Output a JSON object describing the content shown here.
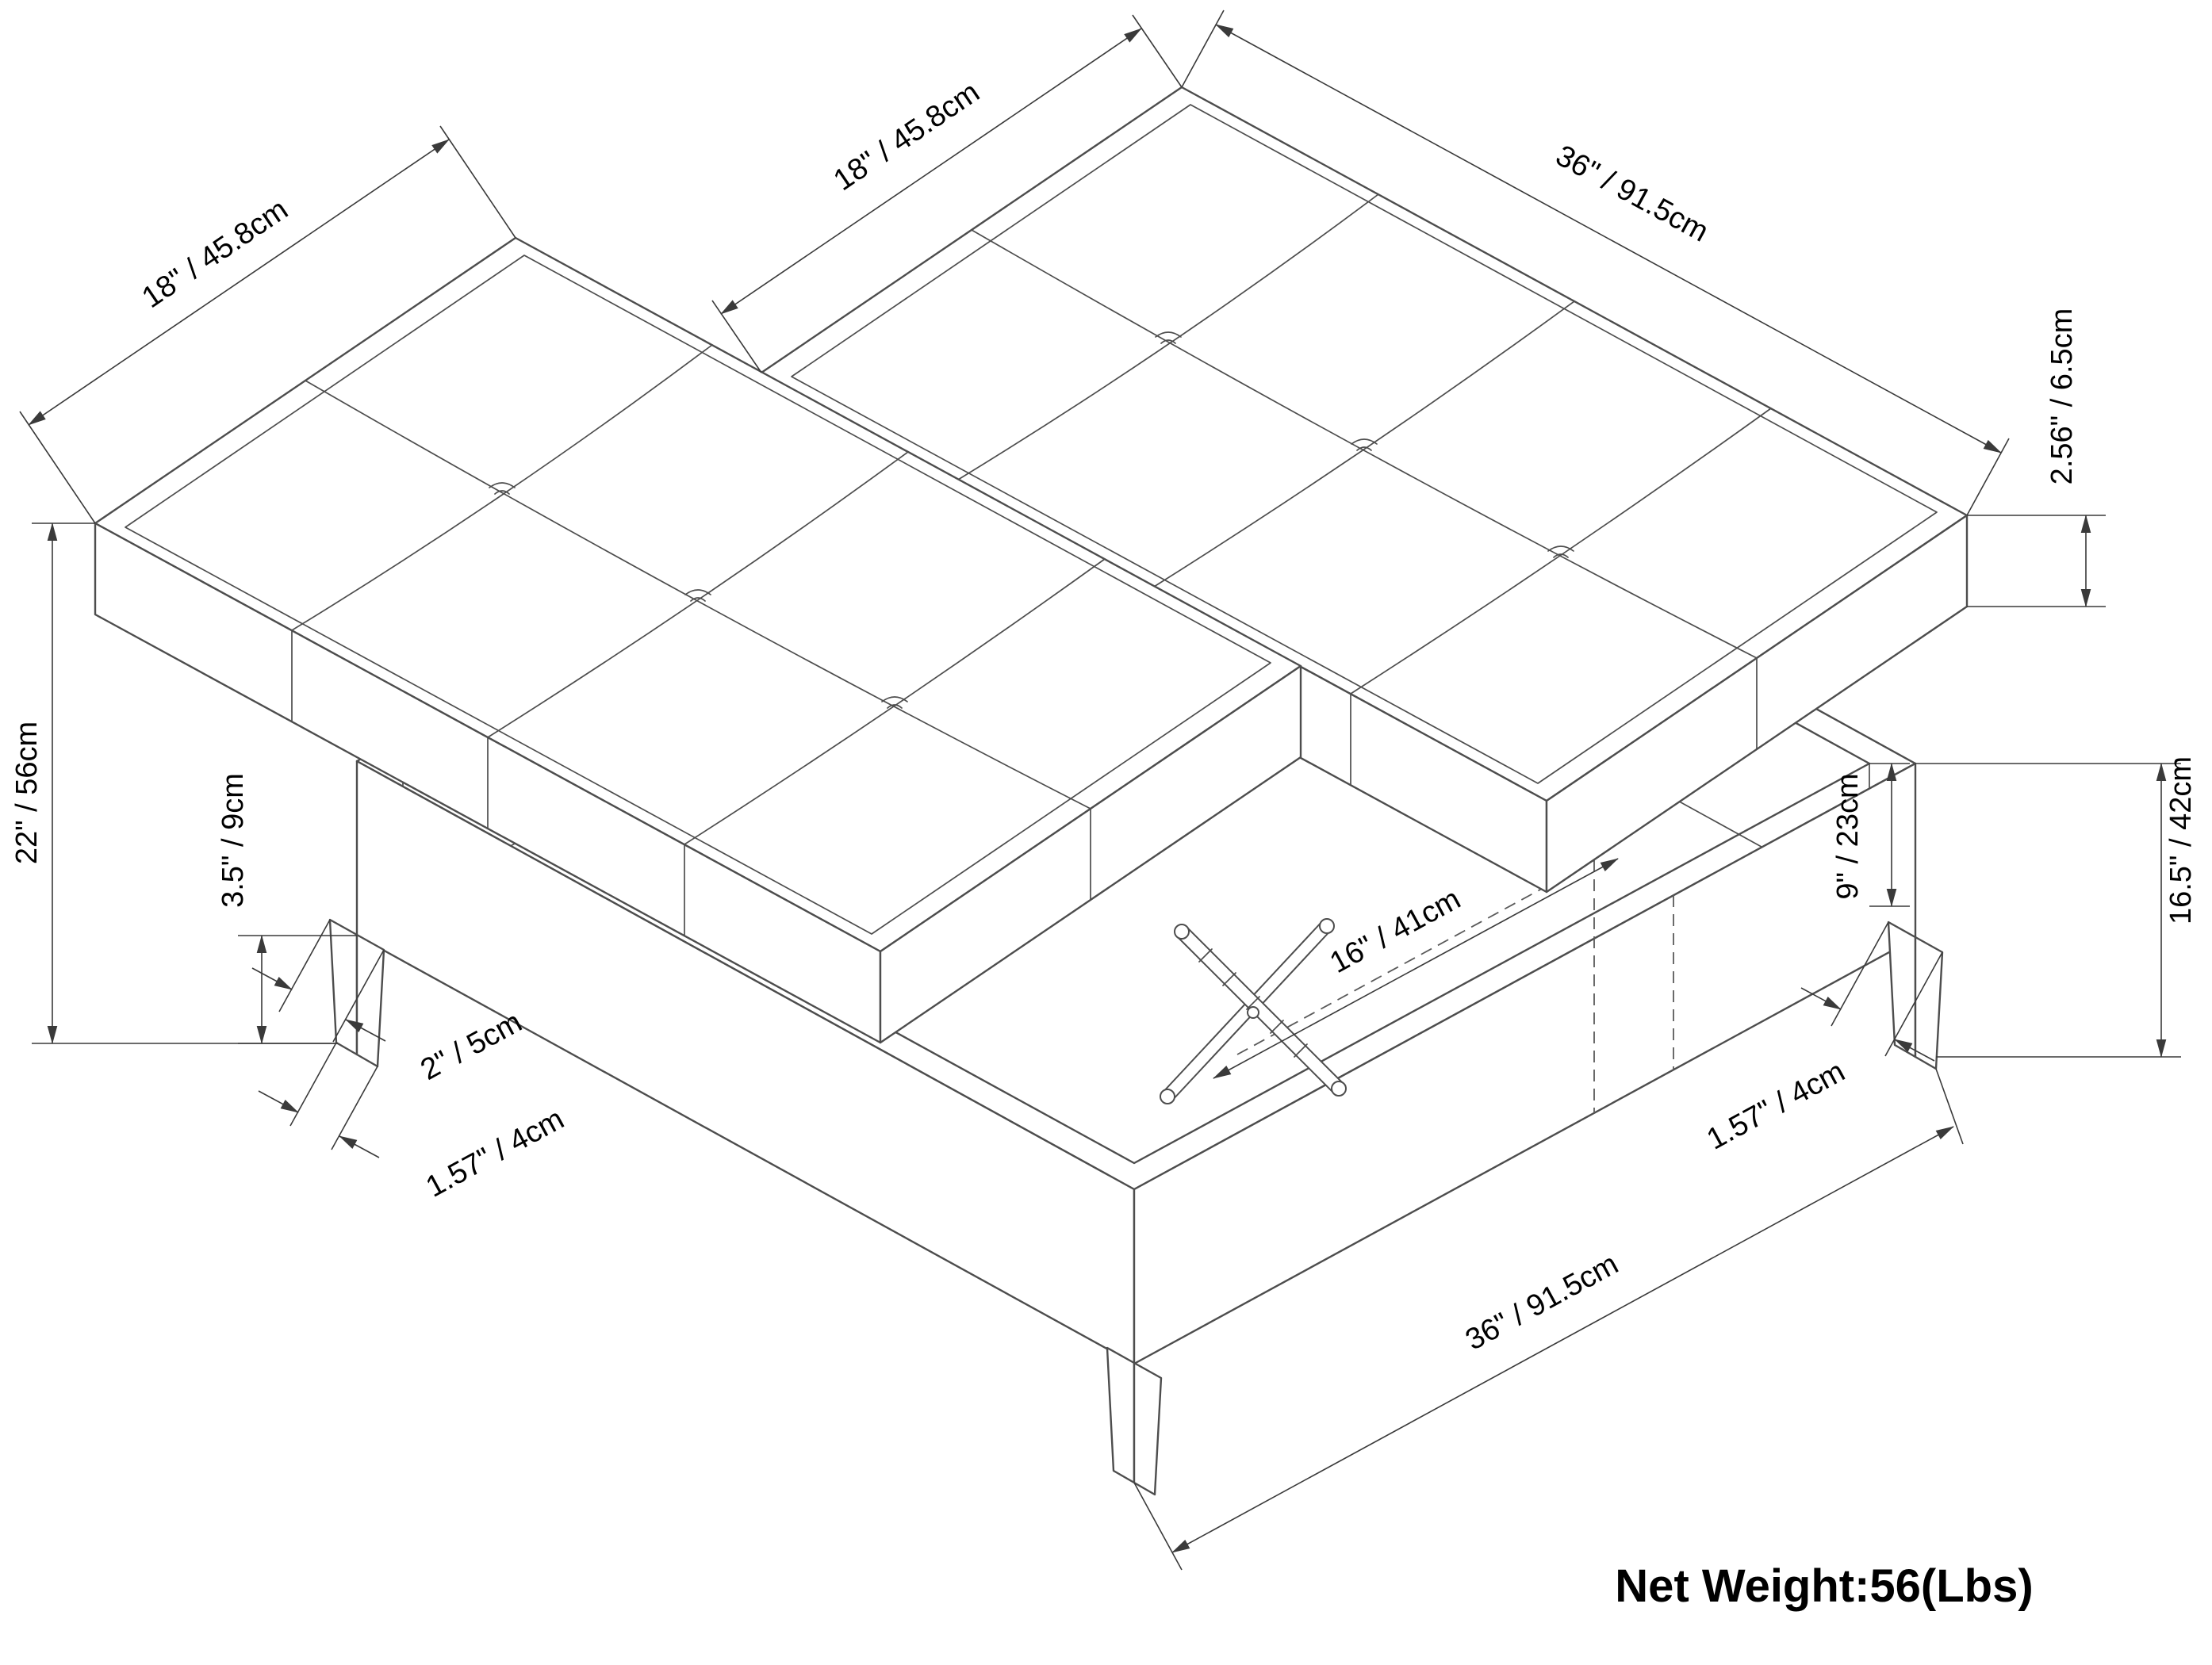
{
  "diagram": {
    "labels": {
      "left_cushion_width": "18\" / 45.8cm",
      "right_cushion_width": "18\" / 45.8cm",
      "right_cushion_length": "36\" / 91.5cm",
      "cushion_thickness": "2.56\" / 6.5cm",
      "base_height": "16.5\" / 42cm",
      "storage_depth": "9\" / 23cm",
      "overall_height": "22\" / 56cm",
      "leg_height": "3.5\" / 9cm",
      "leg_top_width": "2\" / 5cm",
      "leg_bottom_width": "1.57\" / 4cm",
      "storage_opening_width": "16\" / 41cm",
      "right_leg_width": "1.57\" / 4cm",
      "base_length": "36\" / 91.5cm"
    },
    "footer": {
      "net_weight": "Net Weight:56(Lbs)"
    }
  }
}
